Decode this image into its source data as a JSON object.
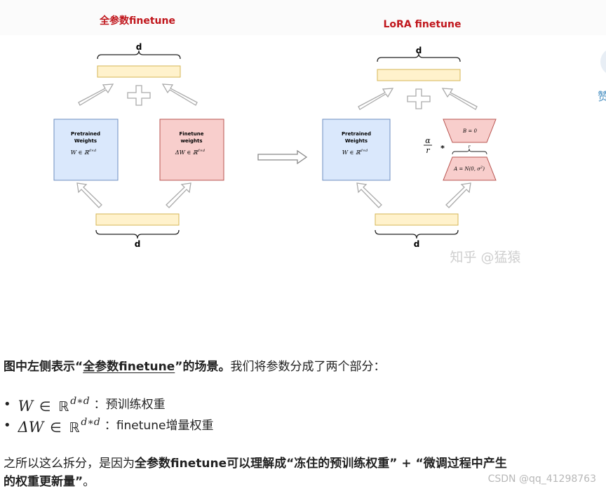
{
  "diagram": {
    "left_title": "全参数finetune",
    "right_title": "LoRA finetune",
    "d_label": "d",
    "pretrained_box": {
      "line1": "Pretrained",
      "line2": "Weights",
      "formula": "W ∈ ℝ",
      "formula_sup": "d×d"
    },
    "finetune_box": {
      "line1": "Finetune",
      "line2": "weights",
      "formula": "ΔW ∈ ℝ",
      "formula_sup": "d×d"
    },
    "lora_b": "B = 0",
    "lora_a": "A = N(0, σ",
    "lora_a_sup": "2",
    "lora_a_close": ")",
    "lora_r": "r",
    "alpha": "α",
    "r_den": "r",
    "star": "*",
    "watermark_zhihu": "知乎 @猛猿",
    "colors": {
      "title_red": "#c0161c",
      "blue_box": "#dae8fc",
      "blue_stroke": "#6c8ebf",
      "red_box": "#f8cecc",
      "red_stroke": "#b85450",
      "yellow_box": "#fff2cc",
      "yellow_stroke": "#d6b656"
    }
  },
  "sidebar": {
    "label": "赞"
  },
  "text": {
    "p1_bold_a": "图中左侧表示“",
    "p1_bold_u": "全参数finetune",
    "p1_bold_b": "”的场景。",
    "p1_rest": "我们将参数分成了两个部分：",
    "b1_base": "W",
    "b1_in": "∈",
    "b1_set": "ℝ",
    "b1_sup": "d∗d",
    "b1_desc": "：预训练权重",
    "b2_base": "ΔW",
    "b2_in": "∈",
    "b2_set": "ℝ",
    "b2_sup": "d∗d",
    "b2_desc": "：finetune增量权重",
    "p3_lead": "之所以这么拆分，是因为",
    "p3_bold": "全参数finetune可以理解成“冻住的预训练权重” + “微调过程中产生",
    "p3_bold_2": "的权重更新量”",
    "p3_end": "。"
  },
  "footer": {
    "watermark": "CSDN @qq_41298763"
  }
}
